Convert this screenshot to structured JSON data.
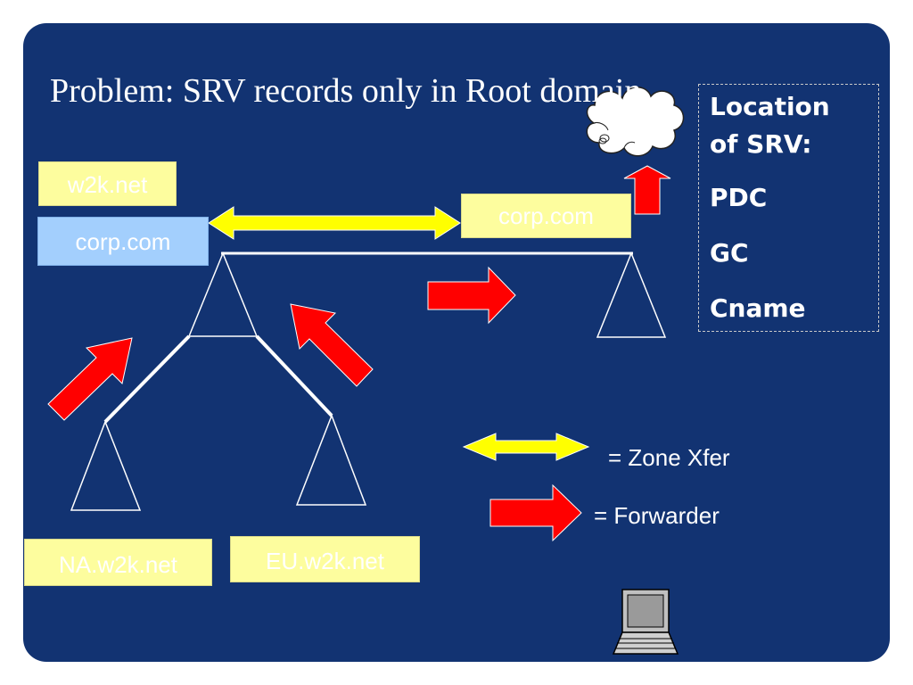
{
  "slide": {
    "title": "Problem: SRV records only in Root domain",
    "background_color": "#123372",
    "domains": {
      "w2k_root": "w2k.net",
      "corp_left": "corp.com",
      "corp_right": "corp.com",
      "na_child": "NA.w2k.net",
      "eu_child": "EU.w2k.net"
    },
    "legend": {
      "zone_xfer": "= Zone Xfer",
      "forwarder": "= Forwarder",
      "zone_xfer_color": "#ffff00",
      "forwarder_color": "#ff0000"
    },
    "location_box": {
      "heading_line1": "Location",
      "heading_line2": "of SRV:",
      "items": [
        "PDC",
        "GC",
        "Cname"
      ]
    },
    "icons": [
      "cloud-icon",
      "computer-icon"
    ]
  }
}
